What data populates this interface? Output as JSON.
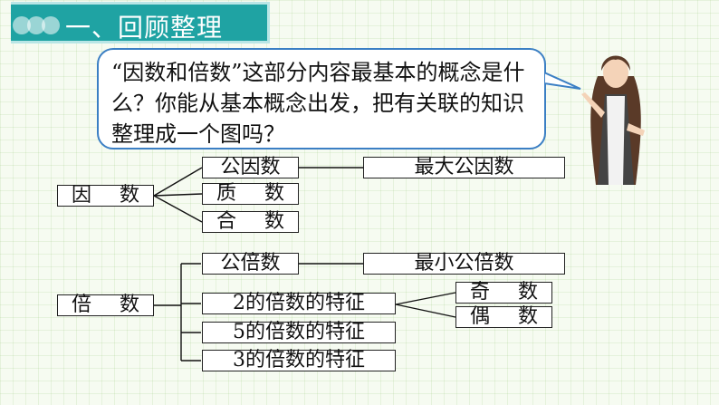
{
  "header": {
    "title": "一、回顾整理"
  },
  "bubble": {
    "text": "“因数和倍数”这部分内容最基本的概念是什么？你能从基本概念出发，把有关联的知识整理成一个图吗？"
  },
  "factor_tree": {
    "root": "因 数",
    "children": [
      "公因数",
      "质 数",
      "合 数"
    ],
    "common_extension": "最大公因数"
  },
  "multiple_tree": {
    "root": "倍 数",
    "children": [
      "公倍数",
      "2的倍数的特征",
      "5的倍数的特征",
      "3的倍数的特征"
    ],
    "common_extension": "最小公倍数",
    "even_odd": [
      "奇 数",
      "偶 数"
    ]
  },
  "colors": {
    "header_band": "#1fa3a3",
    "bubble_border": "#3b7fc4",
    "background": "#f6fbf1"
  }
}
